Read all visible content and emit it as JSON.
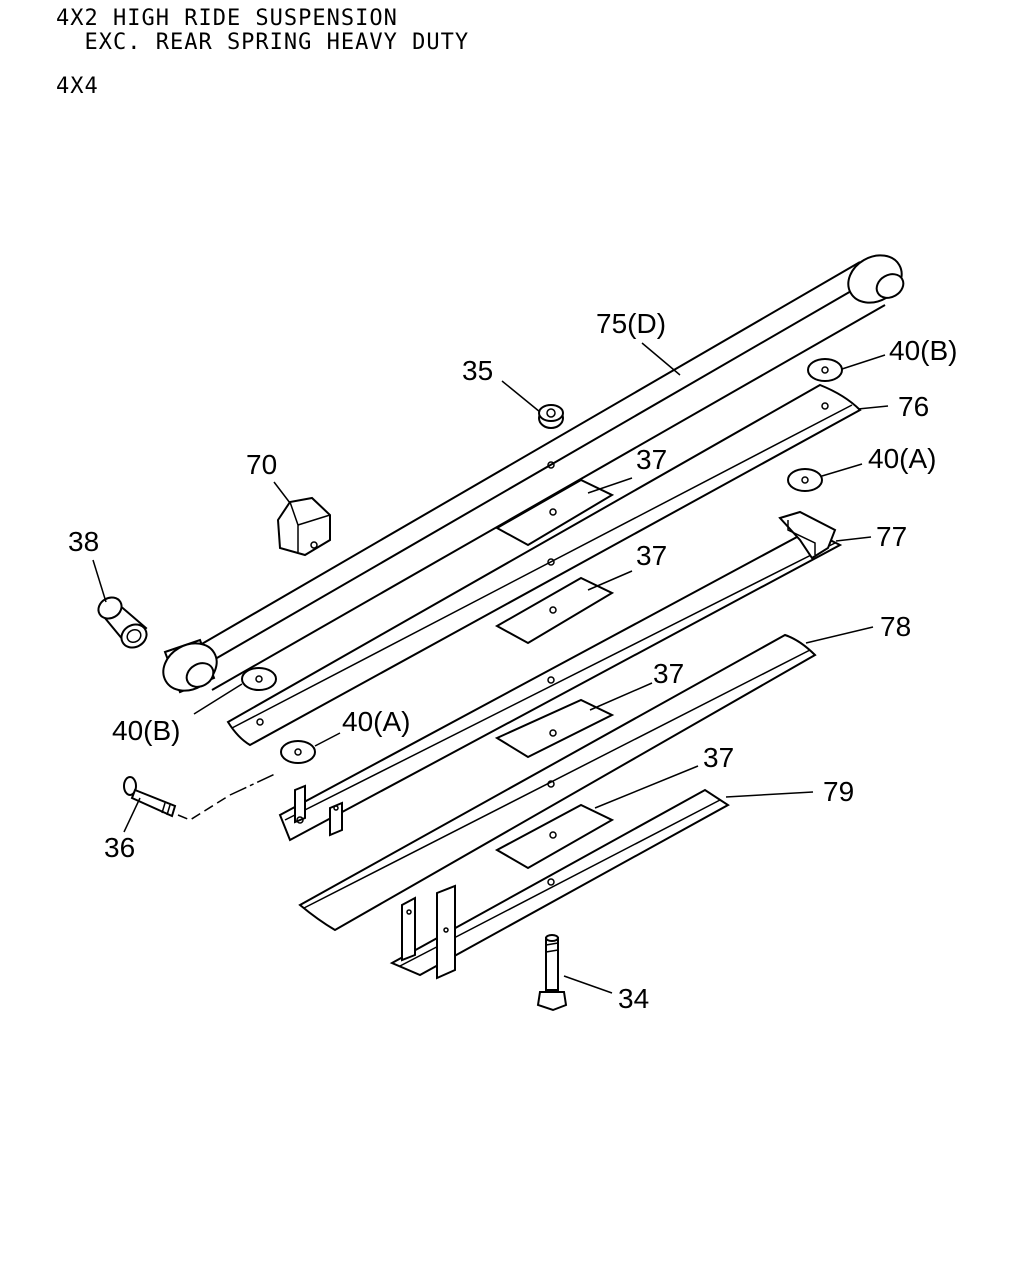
{
  "header": {
    "line1": "4X2 HIGH RIDE SUSPENSION",
    "line2": "  EXC. REAR SPRING HEAVY DUTY",
    "line3": "4X4"
  },
  "callouts": {
    "c75d": "75(D)",
    "c35": "35",
    "c40b_top": "40(B)",
    "c76": "76",
    "c40a_top": "40(A)",
    "c70": "70",
    "c37_1": "37",
    "c38": "38",
    "c37_2": "37",
    "c77": "77",
    "c78": "78",
    "c37_3": "37",
    "c40b_bot": "40(B)",
    "c40a_bot": "40(A)",
    "c37_4": "37",
    "c79": "79",
    "c36": "36",
    "c34": "34"
  }
}
